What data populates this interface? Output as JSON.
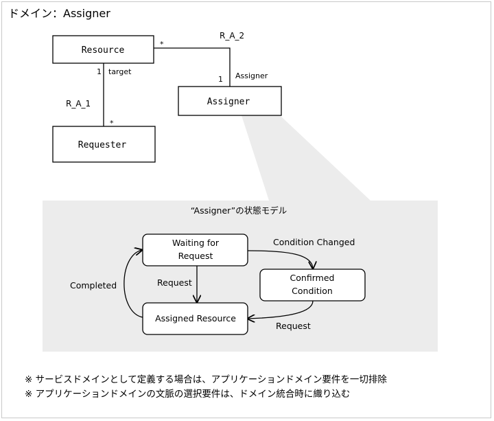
{
  "title": "ドメイン：Assigner",
  "class_diagram": {
    "classes": {
      "resource": "Resource",
      "assigner": "Assigner",
      "requester": "Requester"
    },
    "associations": {
      "ra2": {
        "name": "R_A_2",
        "resource_end_multiplicity": "*",
        "assigner_end_multiplicity": "1",
        "assigner_end_role": "Assigner"
      },
      "ra1": {
        "name": "R_A_1",
        "resource_end_multiplicity": "1",
        "resource_end_role": "target",
        "requester_end_multiplicity": "*"
      }
    }
  },
  "state_model": {
    "title": "“Assigner”の状態モデル",
    "states": {
      "waiting_line1": "Waiting for",
      "waiting_line2": "Request",
      "confirmed_line1": "Confirmed",
      "confirmed_line2": "Condition",
      "assigned": "Assigned Resource"
    },
    "transitions": {
      "condition_changed": "Condition Changed",
      "request_down": "Request",
      "request_back": "Request",
      "completed": "Completed"
    }
  },
  "notes": [
    "※ サービスドメインとして定義する場合は、アプリケーションドメイン要件を一切排除",
    "※ アプリケーションドメインの文脈の選択要件は、ドメイン統合時に織り込む"
  ]
}
